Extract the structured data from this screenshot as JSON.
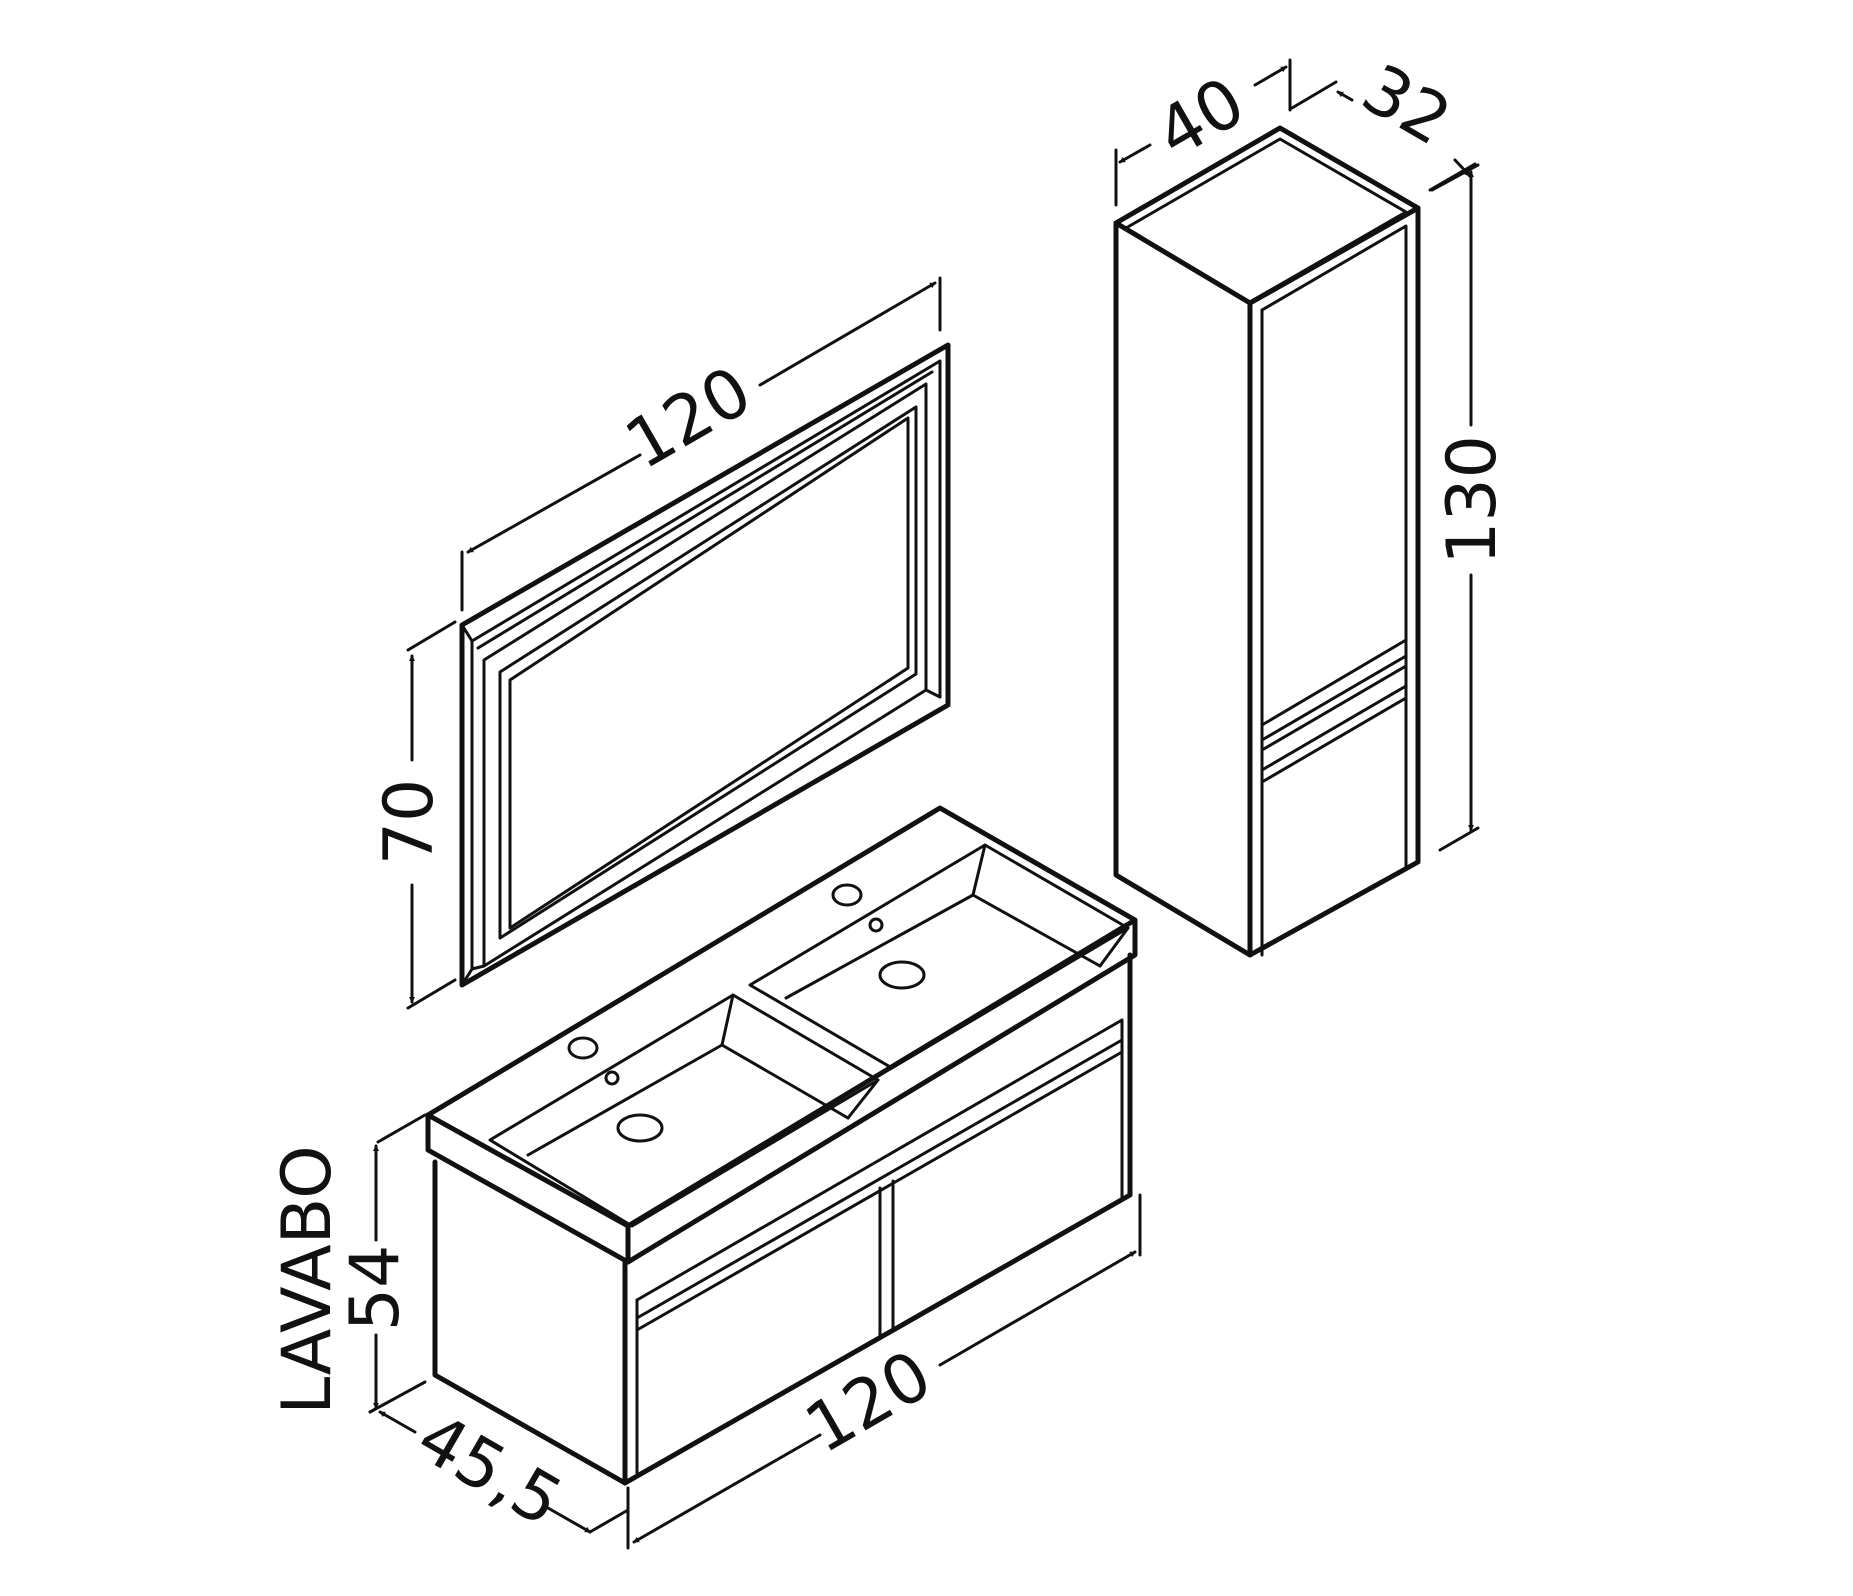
{
  "dimensions": {
    "mirror_width": "120",
    "mirror_height": "70",
    "column_width": "40",
    "column_depth": "32",
    "column_height": "130",
    "vanity_height": "54",
    "vanity_caption": "LAVABO",
    "vanity_width": "120",
    "vanity_depth": "45,5"
  },
  "colors": {
    "line": "#111111",
    "background": "#ffffff"
  }
}
